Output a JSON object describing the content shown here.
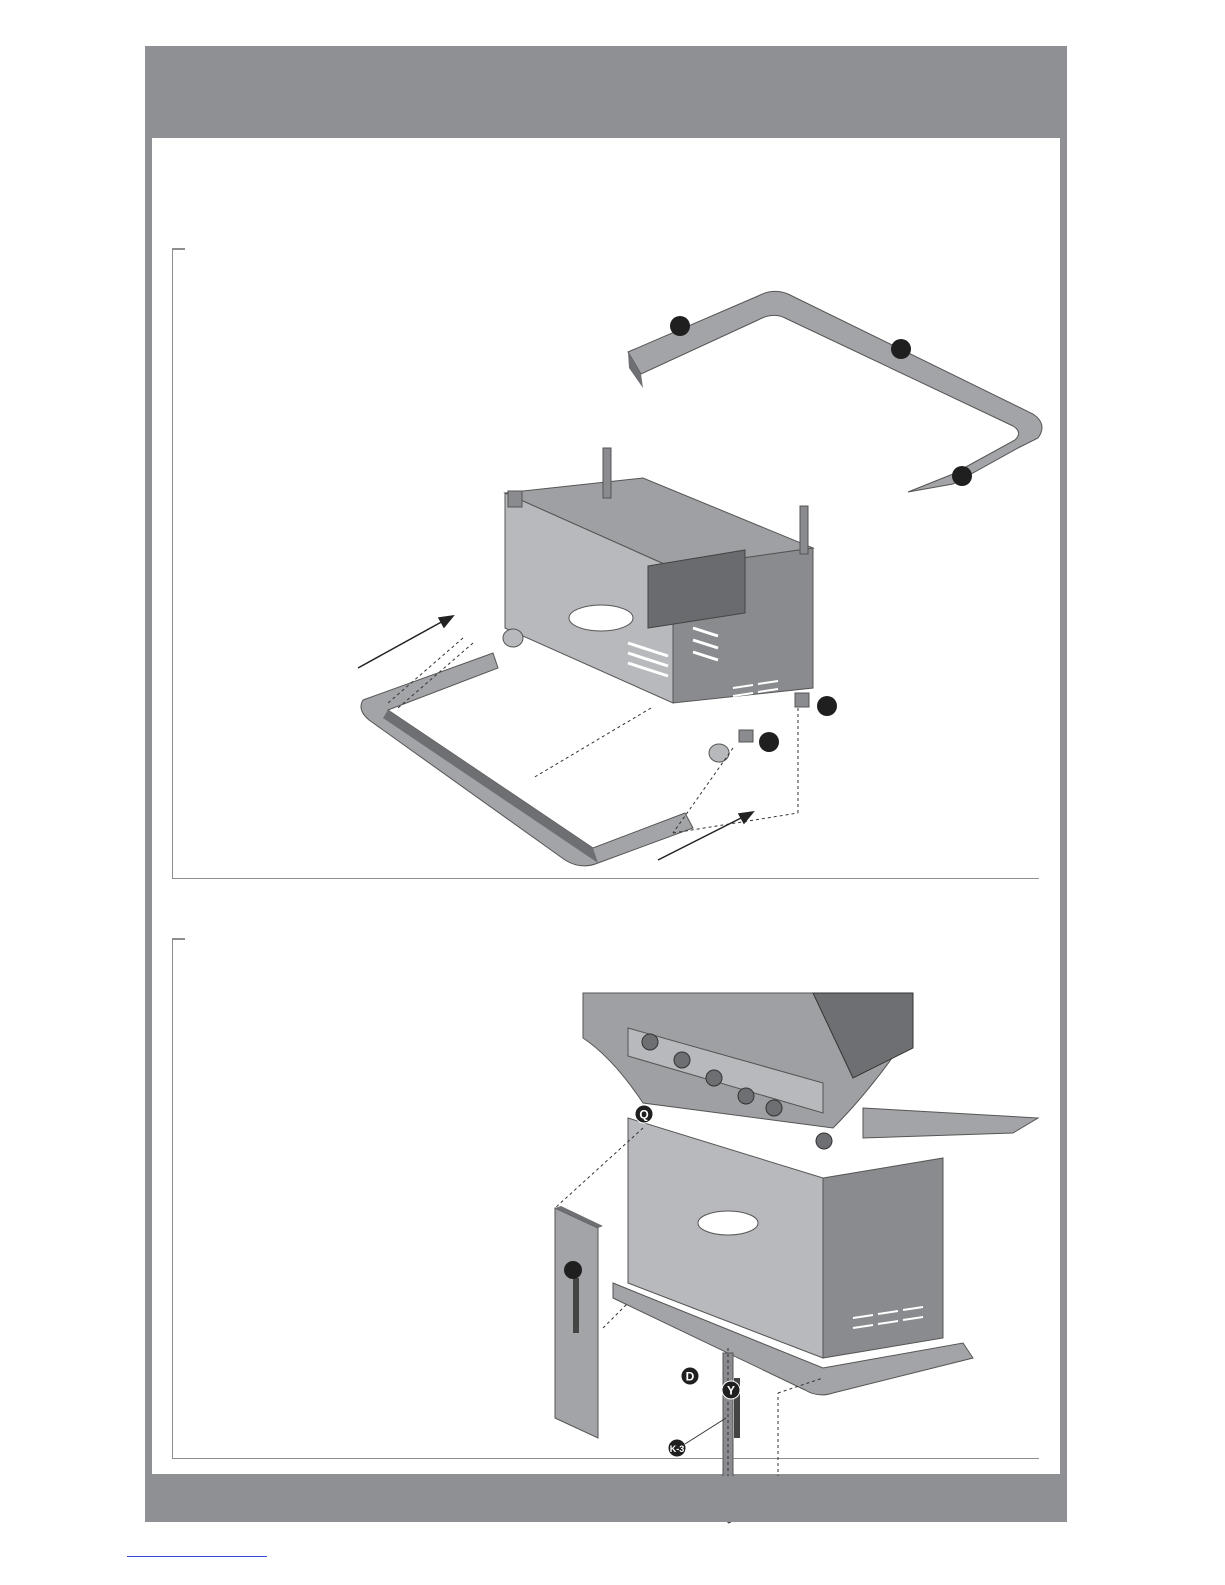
{
  "callouts": {
    "q": "Q",
    "d": "D",
    "y": "Y",
    "k3": "K-3"
  },
  "colors": {
    "frame": "#8f9093",
    "part_fill": "#9a9b9e",
    "part_dark": "#6e6f72",
    "callout": "#1f1f1f",
    "link": "#3a4ad0"
  }
}
